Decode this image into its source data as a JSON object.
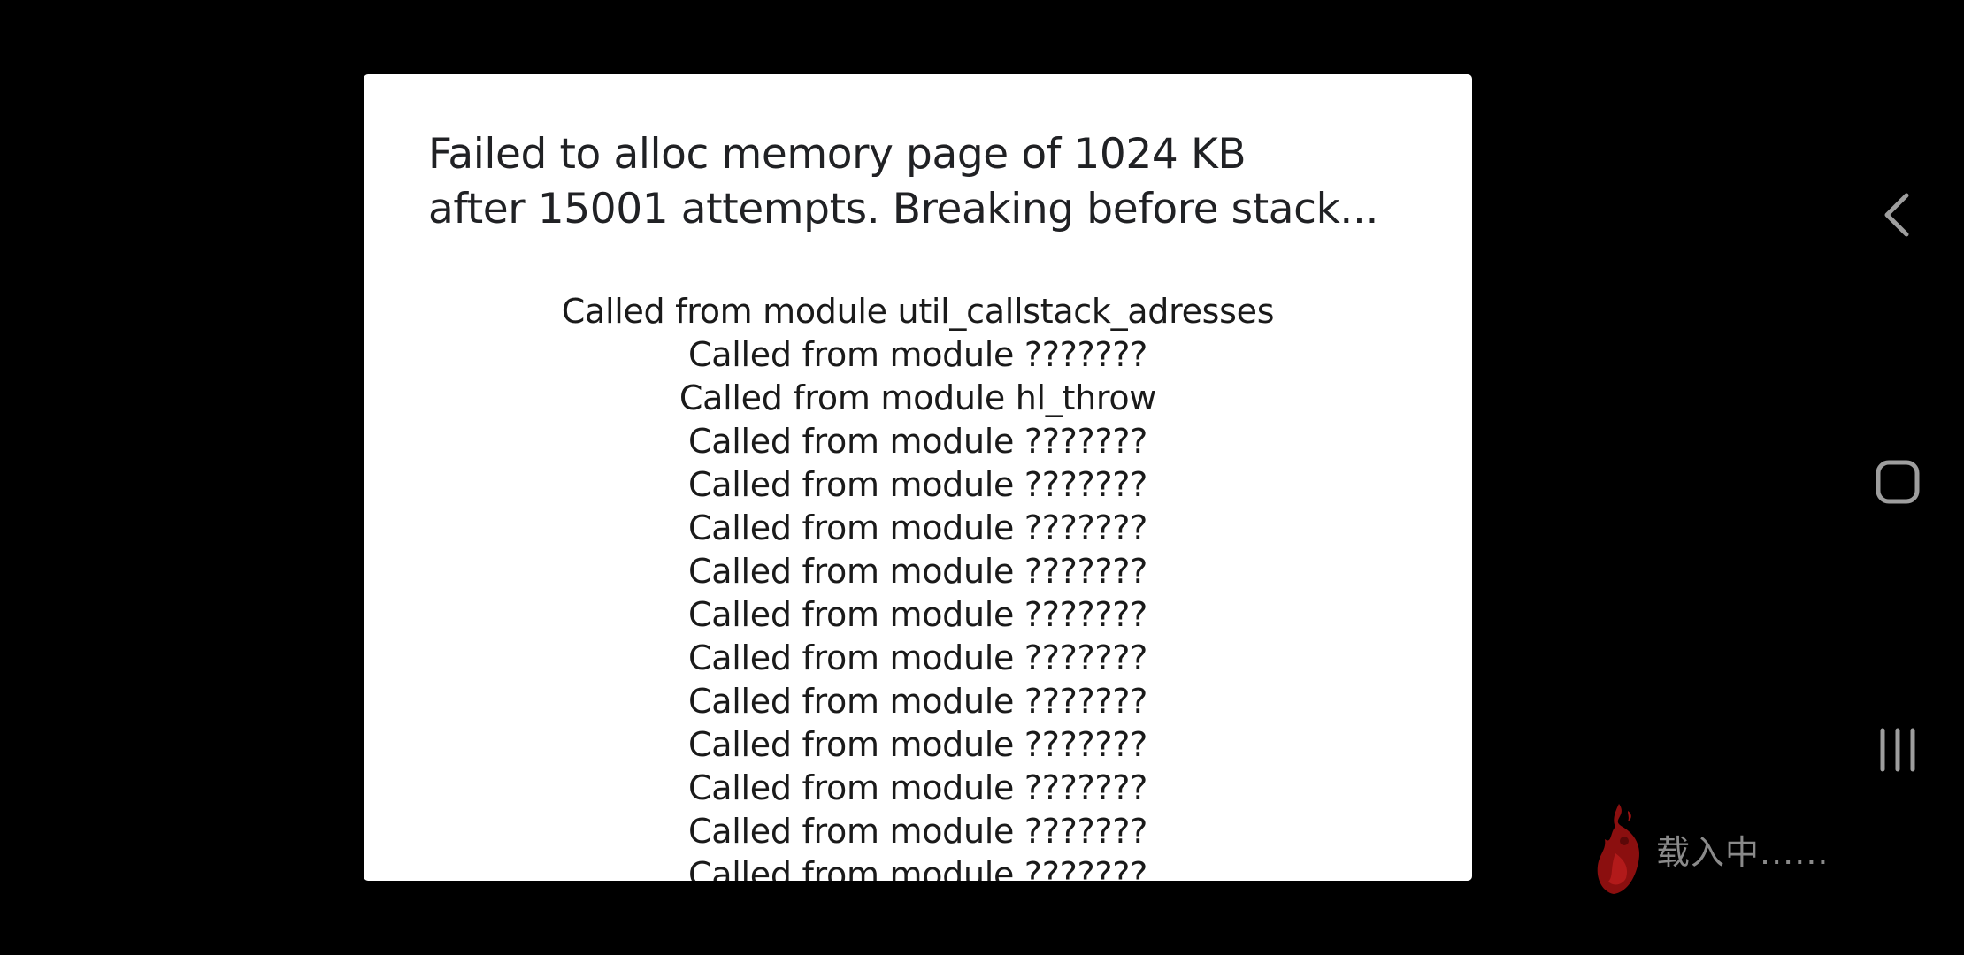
{
  "dialog": {
    "title_lines": [
      "Failed to alloc memory page of 1024 KB",
      "after 15001 attempts. Breaking before stack..."
    ],
    "stack_lines": [
      "Called from module util_callstack_adresses",
      "Called from module ???????",
      "Called from module hl_throw",
      "Called from module ???????",
      "Called from module ???????",
      "Called from module ???????",
      "Called from module ???????",
      "Called from module ???????",
      "Called from module ???????",
      "Called from module ???????",
      "Called from module ???????",
      "Called from module ???????",
      "Called from module ???????",
      "Called from module ???????"
    ]
  },
  "navbar": {
    "back_icon": "chevron-left-icon",
    "home_icon": "rounded-square-home-icon",
    "recents_icon": "three-bars-recents-icon"
  },
  "loading": {
    "text": "载入中......",
    "icon": "red-flame-logo-icon"
  },
  "colors": {
    "background": "#000000",
    "dialog_bg": "#ffffff",
    "title_text": "#202124",
    "nav_icon": "#9e9e9e",
    "loading_text": "#8a8a8a",
    "logo_red": "#8b0f0f"
  }
}
